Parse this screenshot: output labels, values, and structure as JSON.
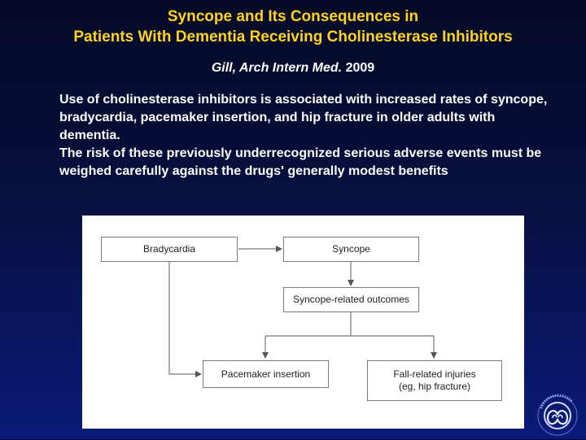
{
  "slide": {
    "title_line1": "Syncope and Its Consequences in",
    "title_line2": "Patients With Dementia Receiving Cholinesterase Inhibitors",
    "citation_author": "Gill,  Arch Intern Med.",
    "citation_year": "2009",
    "paragraph1": "Use of cholinesterase inhibitors is associated with increased rates of syncope, bradycardia, pacemaker insertion, and hip fracture in older adults with dementia.",
    "paragraph2": "The risk of these previously underrecognized serious adverse events must be weighed carefully against the drugs' generally modest benefits"
  },
  "diagram": {
    "bradycardia": "Bradycardia",
    "syncope": "Syncope",
    "syncope_outcomes": "Syncope-related outcomes",
    "pacemaker": "Pacemaker insertion",
    "fall_injuries_line1": "Fall-related injuries",
    "fall_injuries_line2": "(eg, hip fracture)"
  },
  "colors": {
    "title": "#ffd21f",
    "text": "#ffffff",
    "background_top": "#050a26",
    "background_bottom": "#0a1a78"
  },
  "logo": {
    "text": "UNIVERSITAS STUDIORUM"
  }
}
